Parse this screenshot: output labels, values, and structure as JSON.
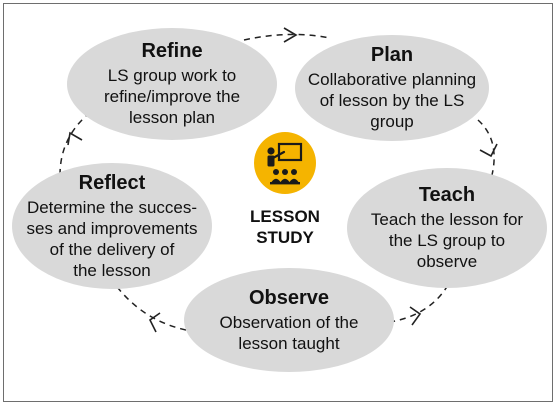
{
  "center": {
    "line1": "LESSON",
    "line2": "STUDY",
    "icon": "teacher-presentation-icon"
  },
  "stages": {
    "refine": {
      "title": "Refine",
      "lines": [
        "LS group work to",
        "refine/improve the",
        "lesson plan"
      ]
    },
    "plan": {
      "title": "Plan",
      "lines": [
        "Collaborative planning",
        "of lesson by the LS",
        "group"
      ]
    },
    "teach": {
      "title": "Teach",
      "lines": [
        "Teach the lesson for",
        "the LS group to",
        "observe"
      ]
    },
    "observe": {
      "title": "Observe",
      "lines": [
        "Observation of the",
        "lesson taught"
      ]
    },
    "reflect": {
      "title": "Reflect",
      "lines": [
        "Determine the succes-",
        "ses and improvements",
        "of the delivery of",
        "the lesson"
      ]
    }
  },
  "colors": {
    "stage_fill": "#d9d9d9",
    "icon_circle": "#f5b400",
    "icon_figure": "#1a1a1a",
    "frame_border": "#6e6e6e"
  }
}
